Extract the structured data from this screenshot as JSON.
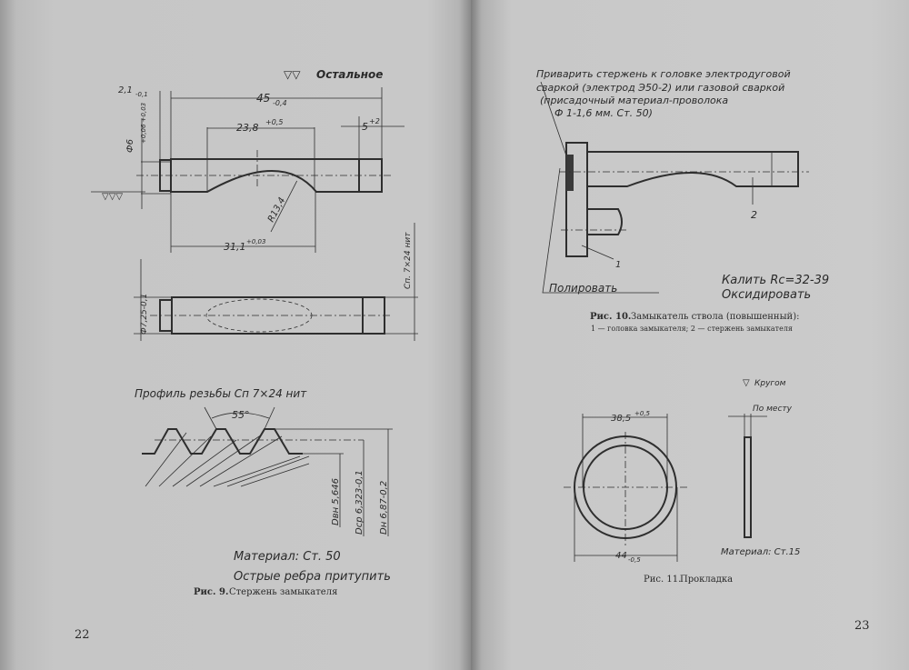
{
  "left_page": {
    "page_number": "22",
    "fig9": {
      "surface_note": "Остальное",
      "dims": {
        "d1": "2,1",
        "d1_tol": "-0,1",
        "d2": "45",
        "d2_tol": "-0,4",
        "d3": "23,8",
        "d3_tol": "+0,5",
        "d4": "5",
        "d4_tol": "+2",
        "d5": "Ф6",
        "d5_tol": "+0,06 +0,03",
        "d6": "R13,4",
        "d7": "31,1",
        "d7_tol": "+0,03",
        "d8": "Ф7,25-0,1",
        "thread": "Сп. 7×24 нит"
      },
      "thread_profile_title": "Профиль резьбы Сп 7×24 нит",
      "angle": "55°",
      "d_inner": "Dвн 5,646",
      "d_mid": "Dср 6,323-0,1",
      "d_outer": "Dн 6,87-0,2",
      "material": "Материал: Ст. 50",
      "note": "Острые ребра притупить",
      "caption_prefix": "Рис. 9.",
      "caption": "Стержень замыкателя"
    }
  },
  "right_page": {
    "page_number": "23",
    "fig10": {
      "weld_note": [
        "Приварить стержень к головке электродуговой",
        "сваркой (электрод Э50-2) или газовой сваркой",
        "(присадочный материал-проволока",
        "Ф 1-1,6 мм. Ст. 50)"
      ],
      "label_1": "1",
      "label_2": "2",
      "polish": "Полировать",
      "harden": "Калить Rc=32-39",
      "oxidize": "Оксидировать",
      "caption_prefix": "Рис. 10.",
      "caption": "Замыкатель ствола (повышенный):",
      "legend": "1 — головка замыкателя; 2 — стержень замыкателя"
    },
    "fig11": {
      "surface_note": "Кругом",
      "in_place": "По месту",
      "d_inner": "38,5",
      "d_inner_tol": "+0,5",
      "d_outer": "44",
      "d_outer_tol": "-0,5",
      "material": "Материал: Ст.15",
      "caption_prefix": "Рис. 11.",
      "caption": "Прокладка"
    }
  }
}
